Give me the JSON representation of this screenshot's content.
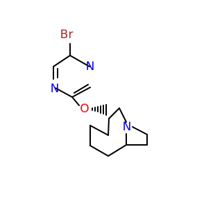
{
  "molecule": {
    "atoms": [
      {
        "symbol": "Br",
        "color": "#a52a2a"
      },
      {
        "symbol": "N",
        "color": "#0000ff"
      },
      {
        "symbol": "N",
        "color": "#0000ff"
      },
      {
        "symbol": "O",
        "color": "#ff0000"
      },
      {
        "symbol": "N",
        "color": "#0000ff"
      }
    ],
    "bond_color": "#000000",
    "stereo_bond": "hashed-wedge"
  }
}
